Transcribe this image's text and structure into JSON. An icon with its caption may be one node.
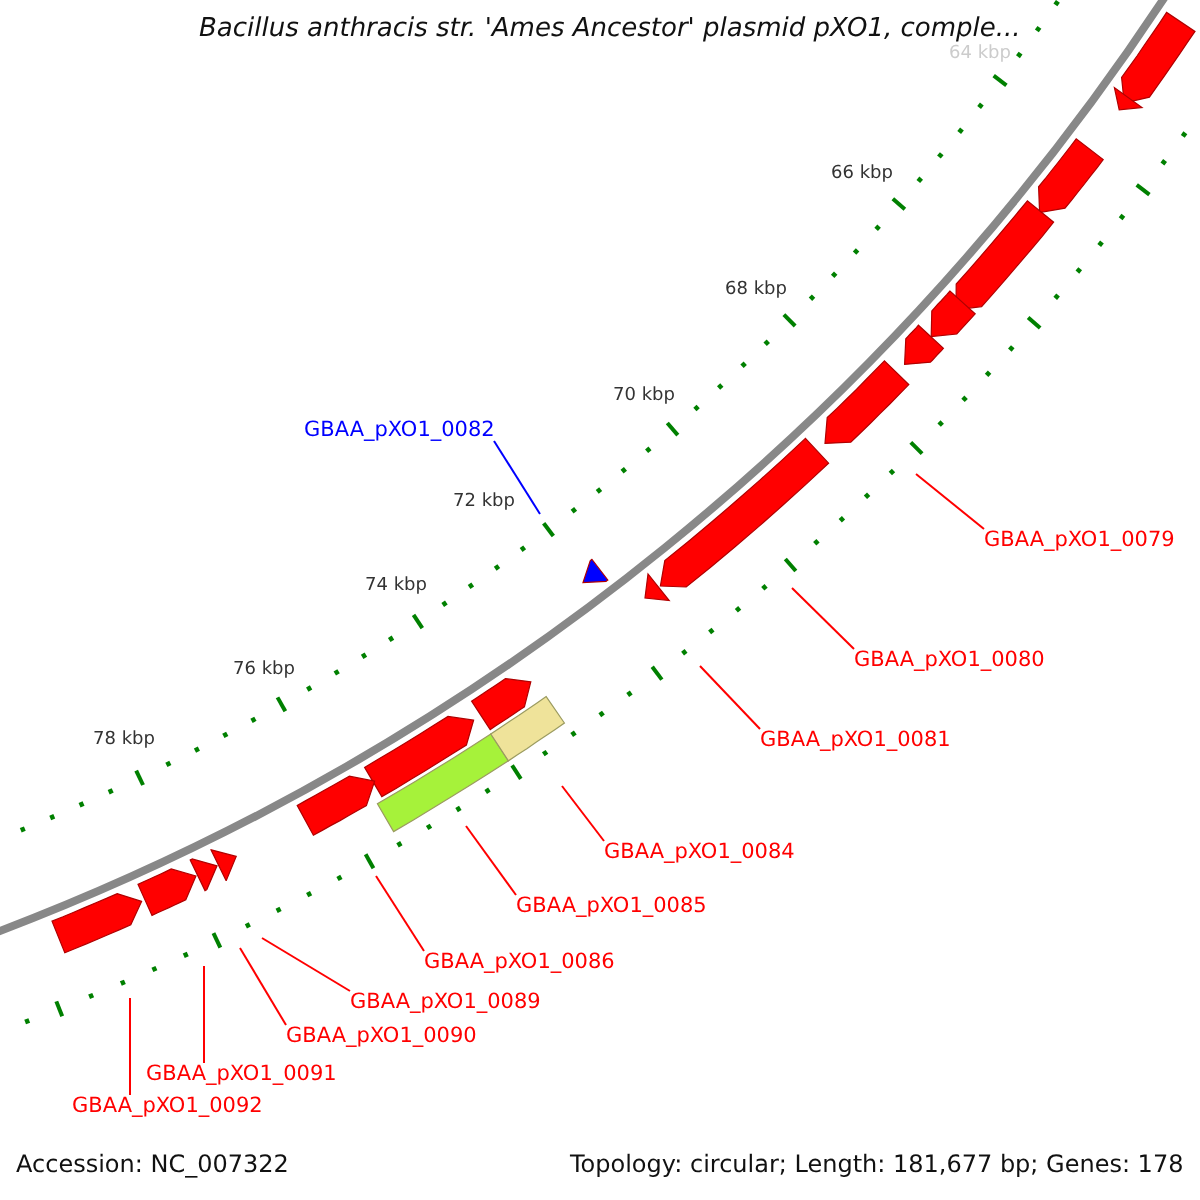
{
  "diagram": {
    "title": "Bacillus anthracis str. 'Ames Ancestor' plasmid pXO1, comple...",
    "nodes": [
      {
        "text": [
          "GBAA_pXO1_0082"
        ]
      },
      {
        "text": [
          "GBAA_pXO1_0079"
        ]
      },
      {
        "text": [
          "GBAA_pXO1_0080"
        ]
      },
      {
        "text": [
          "GBAA_pXO1_0081"
        ]
      },
      {
        "text": [
          "GBAA_pXO1_0084"
        ]
      },
      {
        "text": [
          "GBAA_pXO1_0085"
        ]
      },
      {
        "text": [
          "GBAA_pXO1_0086"
        ]
      },
      {
        "text": [
          "GBAA_pXO1_0089"
        ]
      },
      {
        "text": [
          "GBAA_pXO1_0090"
        ]
      },
      {
        "text": [
          "GBAA_pXO1_0091"
        ]
      },
      {
        "text": [
          "GBAA_pXO1_0092"
        ]
      }
    ],
    "edges": [
      {
        "from": 0,
        "to": null,
        "arrow": "none",
        "color": "#0000ff"
      },
      {
        "from": 1,
        "to": null,
        "arrow": "none"
      },
      {
        "from": 2,
        "to": null,
        "arrow": "none"
      },
      {
        "from": 3,
        "to": null,
        "arrow": "none"
      },
      {
        "from": 4,
        "to": null,
        "arrow": "none"
      },
      {
        "from": 5,
        "to": null,
        "arrow": "none"
      },
      {
        "from": 6,
        "to": null,
        "arrow": "none"
      },
      {
        "from": 7,
        "to": null,
        "arrow": "none"
      },
      {
        "from": 8,
        "to": null,
        "arrow": "none"
      },
      {
        "from": 9,
        "to": null,
        "arrow": "none"
      },
      {
        "from": 10,
        "to": null,
        "arrow": "none"
      }
    ],
    "labels": [
      "64 kbp",
      "66 kbp",
      "68 kbp",
      "70 kbp",
      "72 kbp",
      "74 kbp",
      "76 kbp",
      "78 kbp",
      "Accession: NC_007322",
      "Topology: circular; Length: 181,677 bp; Genes: 178"
    ]
  }
}
